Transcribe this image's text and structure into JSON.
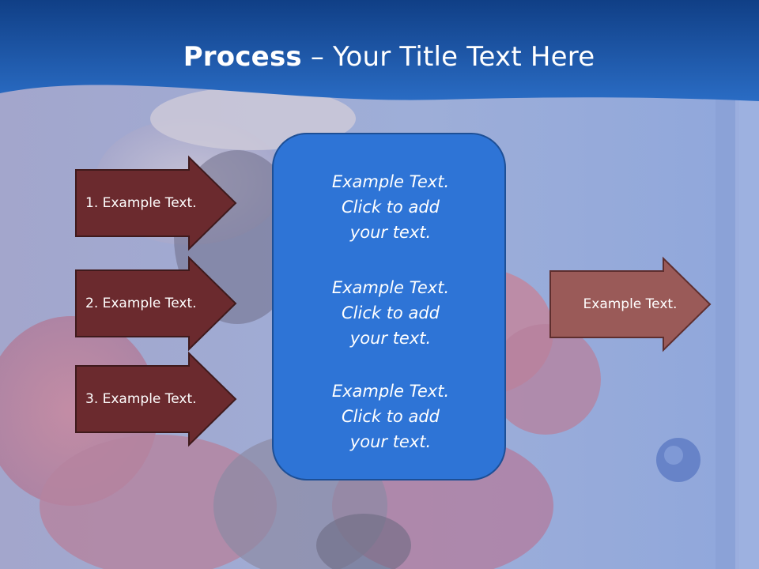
{
  "slide": {
    "title_bold": "Process",
    "title_rest": " – Your Title Text Here",
    "colors": {
      "header_blue": "#1e5fae",
      "input_arrow": "#6b2a2e",
      "output_arrow": "#9a5a58",
      "center_box": "#2e74d6"
    }
  },
  "inputs": [
    {
      "label": "1. Example Text."
    },
    {
      "label": "2. Example Text."
    },
    {
      "label": "3. Example Text."
    }
  ],
  "center": {
    "blocks": [
      {
        "line1": "Example Text.",
        "line2": "Click  to add",
        "line3": "your text."
      },
      {
        "line1": "Example Text.",
        "line2": "Click  to add",
        "line3": "your text."
      },
      {
        "line1": "Example Text.",
        "line2": "Click  to add",
        "line3": "your text."
      }
    ]
  },
  "output": {
    "label": "Example Text."
  }
}
